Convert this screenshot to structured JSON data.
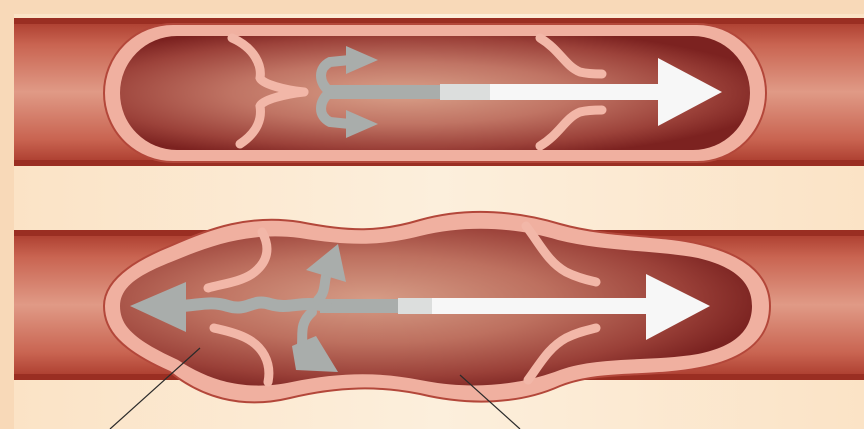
{
  "diagram": {
    "panels": [
      {
        "id": "normal-vein",
        "valve_state": "closed",
        "flow_direction": "forward"
      },
      {
        "id": "varicose-vein",
        "valve_state": "incompetent",
        "flow_direction": "forward-and-backflow"
      }
    ],
    "labels": [],
    "colors": {
      "background": "#f8d9b8",
      "tissue": "#fbe8d2",
      "vessel_outer": "#b5392b",
      "vessel_band": "#d97b68",
      "vein_wall": "#f3b3a3",
      "vein_dark": "#7e2320",
      "vein_mid": "#b45548",
      "vein_light": "#d79a82",
      "forward_arrow": "#f7f7f7",
      "backflow_arrow": "#a6aaa8"
    },
    "icons": [
      "arrow-right",
      "arrow-curved-up",
      "arrow-curved-down",
      "arrow-left"
    ]
  }
}
